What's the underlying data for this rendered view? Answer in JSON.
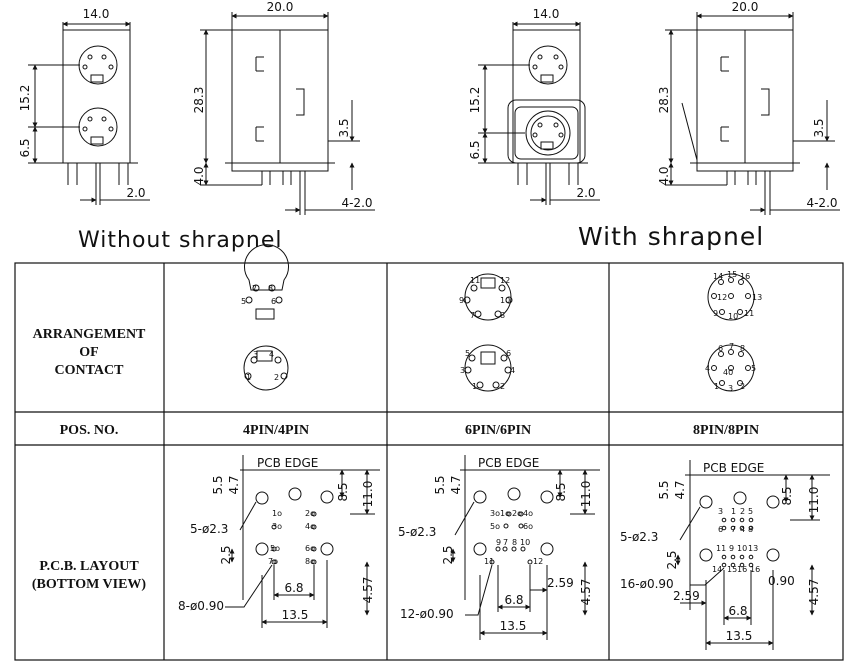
{
  "drawings": {
    "left_front_width": "14.0",
    "left_side_width": "20.0",
    "left_height": "28.3",
    "left_dim_a": "15.2",
    "left_dim_b": "6.5",
    "left_dim_c": "3.5",
    "left_dim_d": "4.0",
    "left_dim_e": "2.0",
    "left_dim_f": "4-2.0",
    "right_front_width": "14.0",
    "right_side_width": "20.0",
    "right_height": "28.3",
    "right_dim_a": "15.2",
    "right_dim_b": "6.5",
    "right_dim_c": "3.5",
    "right_dim_d": "4.0",
    "right_dim_e": "2.0",
    "right_dim_f": "4-2.0",
    "caption_without": "Without shrapnel",
    "caption_with": "With shrapnel"
  },
  "table": {
    "row_arrangement": [
      "ARRANGEMENT",
      "OF",
      "CONTACT"
    ],
    "row_pos": "POS. NO.",
    "row_pcb": [
      "P.C.B. LAYOUT",
      "(BOTTOM VIEW)"
    ],
    "columns": [
      "4PIN/4PIN",
      "6PIN/6PIN",
      "8PIN/8PIN"
    ]
  },
  "pcb": {
    "edge_label": "PCB EDGE",
    "c4": {
      "d1": "5.5",
      "d2": "4.7",
      "d3": "8.5",
      "d4": "11.0",
      "d5": "2.5",
      "d6": "6.8",
      "d7": "13.5",
      "d8": "4.57",
      "h1": "5-ø2.3",
      "h2": "8-ø0.90"
    },
    "c6": {
      "d1": "5.5",
      "d2": "4.7",
      "d3": "8.5",
      "d4": "11.0",
      "d5": "2.5",
      "d6": "6.8",
      "d7": "13.5",
      "d8": "4.57",
      "d9": "2.59",
      "h1": "5-ø2.3",
      "h2": "12-ø0.90"
    },
    "c8": {
      "d1": "5.5",
      "d2": "4.7",
      "d3": "8.5",
      "d4": "11.0",
      "d5": "2.5",
      "d6": "6.8",
      "d7": "13.5",
      "d8": "4.57",
      "d9": "2.59",
      "d10": "0.90",
      "h1": "5-ø2.3",
      "h2": "16-ø0.90"
    }
  }
}
